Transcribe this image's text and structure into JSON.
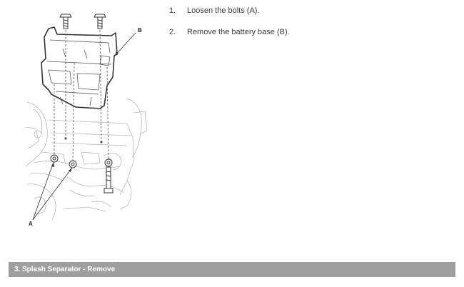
{
  "figure": {
    "callout_a": "A",
    "callout_b": "B"
  },
  "steps": [
    {
      "number": "1.",
      "text": "Loosen the bolts (A)."
    },
    {
      "number": "2.",
      "text": "Remove the battery base (B)."
    }
  ],
  "section": {
    "title": "3. Splash Separator - Remove"
  }
}
